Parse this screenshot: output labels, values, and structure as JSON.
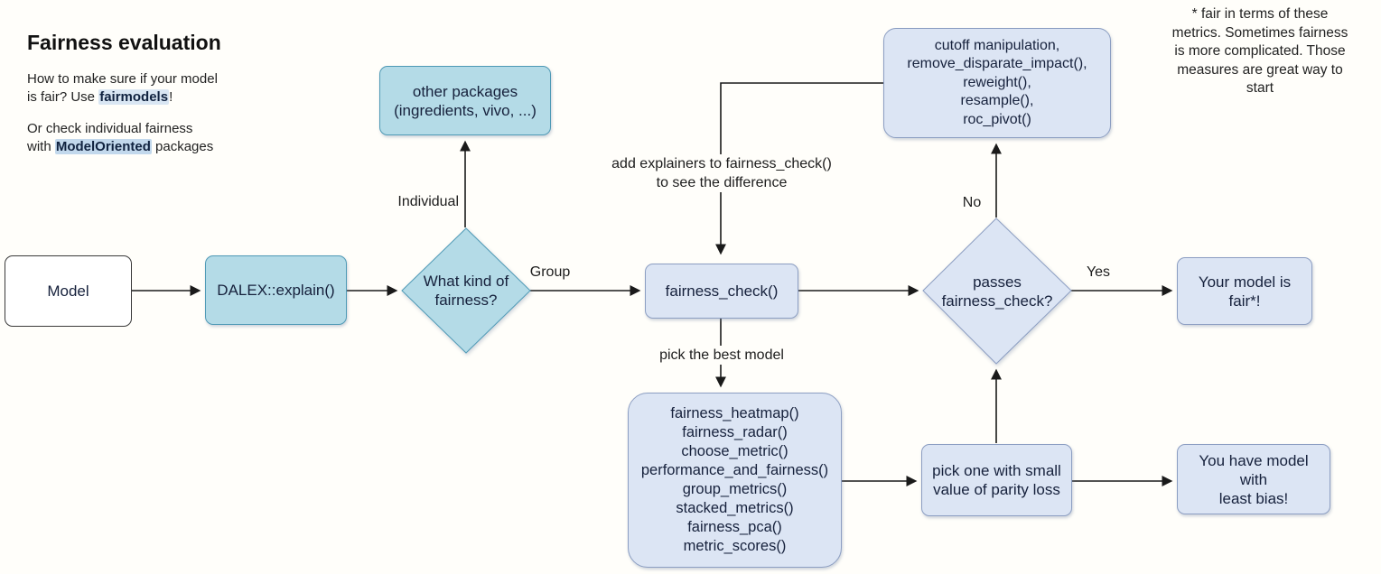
{
  "intro": {
    "title": "Fairness evaluation",
    "p1_line1": "How to make sure if your model",
    "p1_line2_prefix": "is fair? Use ",
    "p1_highlight": "fairmodels",
    "p1_suffix": "!",
    "p2_line1": "Or check individual fairness",
    "p2_line2_prefix": "with ",
    "p2_highlight": "ModelOriented",
    "p2_suffix": " packages"
  },
  "note": "* fair in terms of these\nmetrics. Sometimes fairness\nis more complicated. Those\nmeasures are great way to\nstart",
  "nodes": {
    "model": "Model",
    "dalex": "DALEX::explain()",
    "other_packages": "other packages\n(ingredients, vivo, ...)",
    "kind_diamond": "What kind of\nfairness?",
    "fairness_check": "fairness_check()",
    "cutoff": "cutoff manipulation,\nremove_disparate_impact(),\nreweight(),\nresample(),\nroc_pivot()",
    "passes_diamond": "passes\nfairness_check?",
    "fair_result": "Your model is\nfair*!",
    "plots": "fairness_heatmap()\nfairness_radar()\nchoose_metric()\nperformance_and_fairness()\ngroup_metrics()\nstacked_metrics()\nfairness_pca()\nmetric_scores()",
    "pick_one": "pick one with small\nvalue of parity loss",
    "least_bias": "You have model with\nleast bias!"
  },
  "labels": {
    "individual": "Individual",
    "group": "Group",
    "no": "No",
    "yes": "Yes",
    "add_explainers": "add explainers to fairness_check()\nto see the difference",
    "pick_best": "pick the best model"
  },
  "colors": {
    "bg": "#fffefa",
    "line": "#1a1a1a",
    "text_dark": "#16213c",
    "cyan_fill": "#b4dbe7",
    "cyan_border": "#4f9ab6",
    "lavender_fill": "#dce5f4",
    "lavender_border": "#8c9ec2",
    "highlight1_bg": "#d9e6f3",
    "highlight2_bg": "#c2d8ec"
  }
}
